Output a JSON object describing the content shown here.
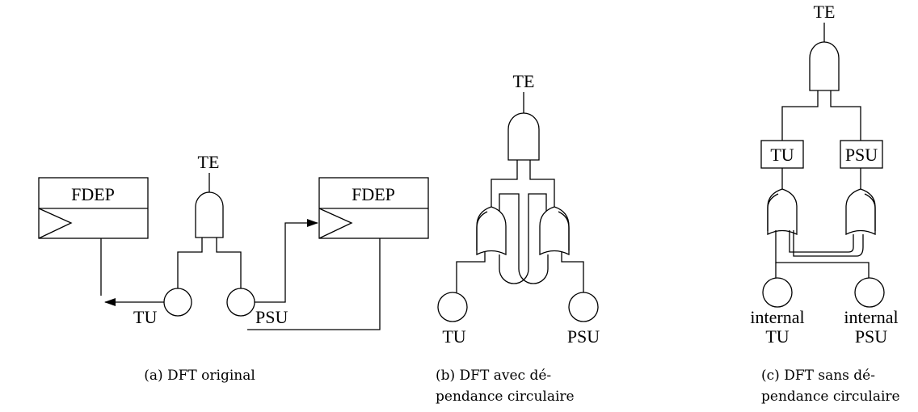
{
  "diagram_a": {
    "fdep_left": "FDEP",
    "fdep_right": "FDEP",
    "top_event": "TE",
    "tu": "TU",
    "psu": "PSU",
    "caption": "(a) DFT original"
  },
  "diagram_b": {
    "top_event": "TE",
    "tu": "TU",
    "psu": "PSU",
    "caption_line1": "(b) DFT avec dé-",
    "caption_line2": "pendance circulaire"
  },
  "diagram_c": {
    "top_event": "TE",
    "tu_box": "TU",
    "psu_box": "PSU",
    "internal_tu_line1": "internal",
    "internal_tu_line2": "TU",
    "internal_psu_line1": "internal",
    "internal_psu_line2": "PSU",
    "caption_line1": "(c) DFT sans dé-",
    "caption_line2": "pendance circulaire"
  }
}
